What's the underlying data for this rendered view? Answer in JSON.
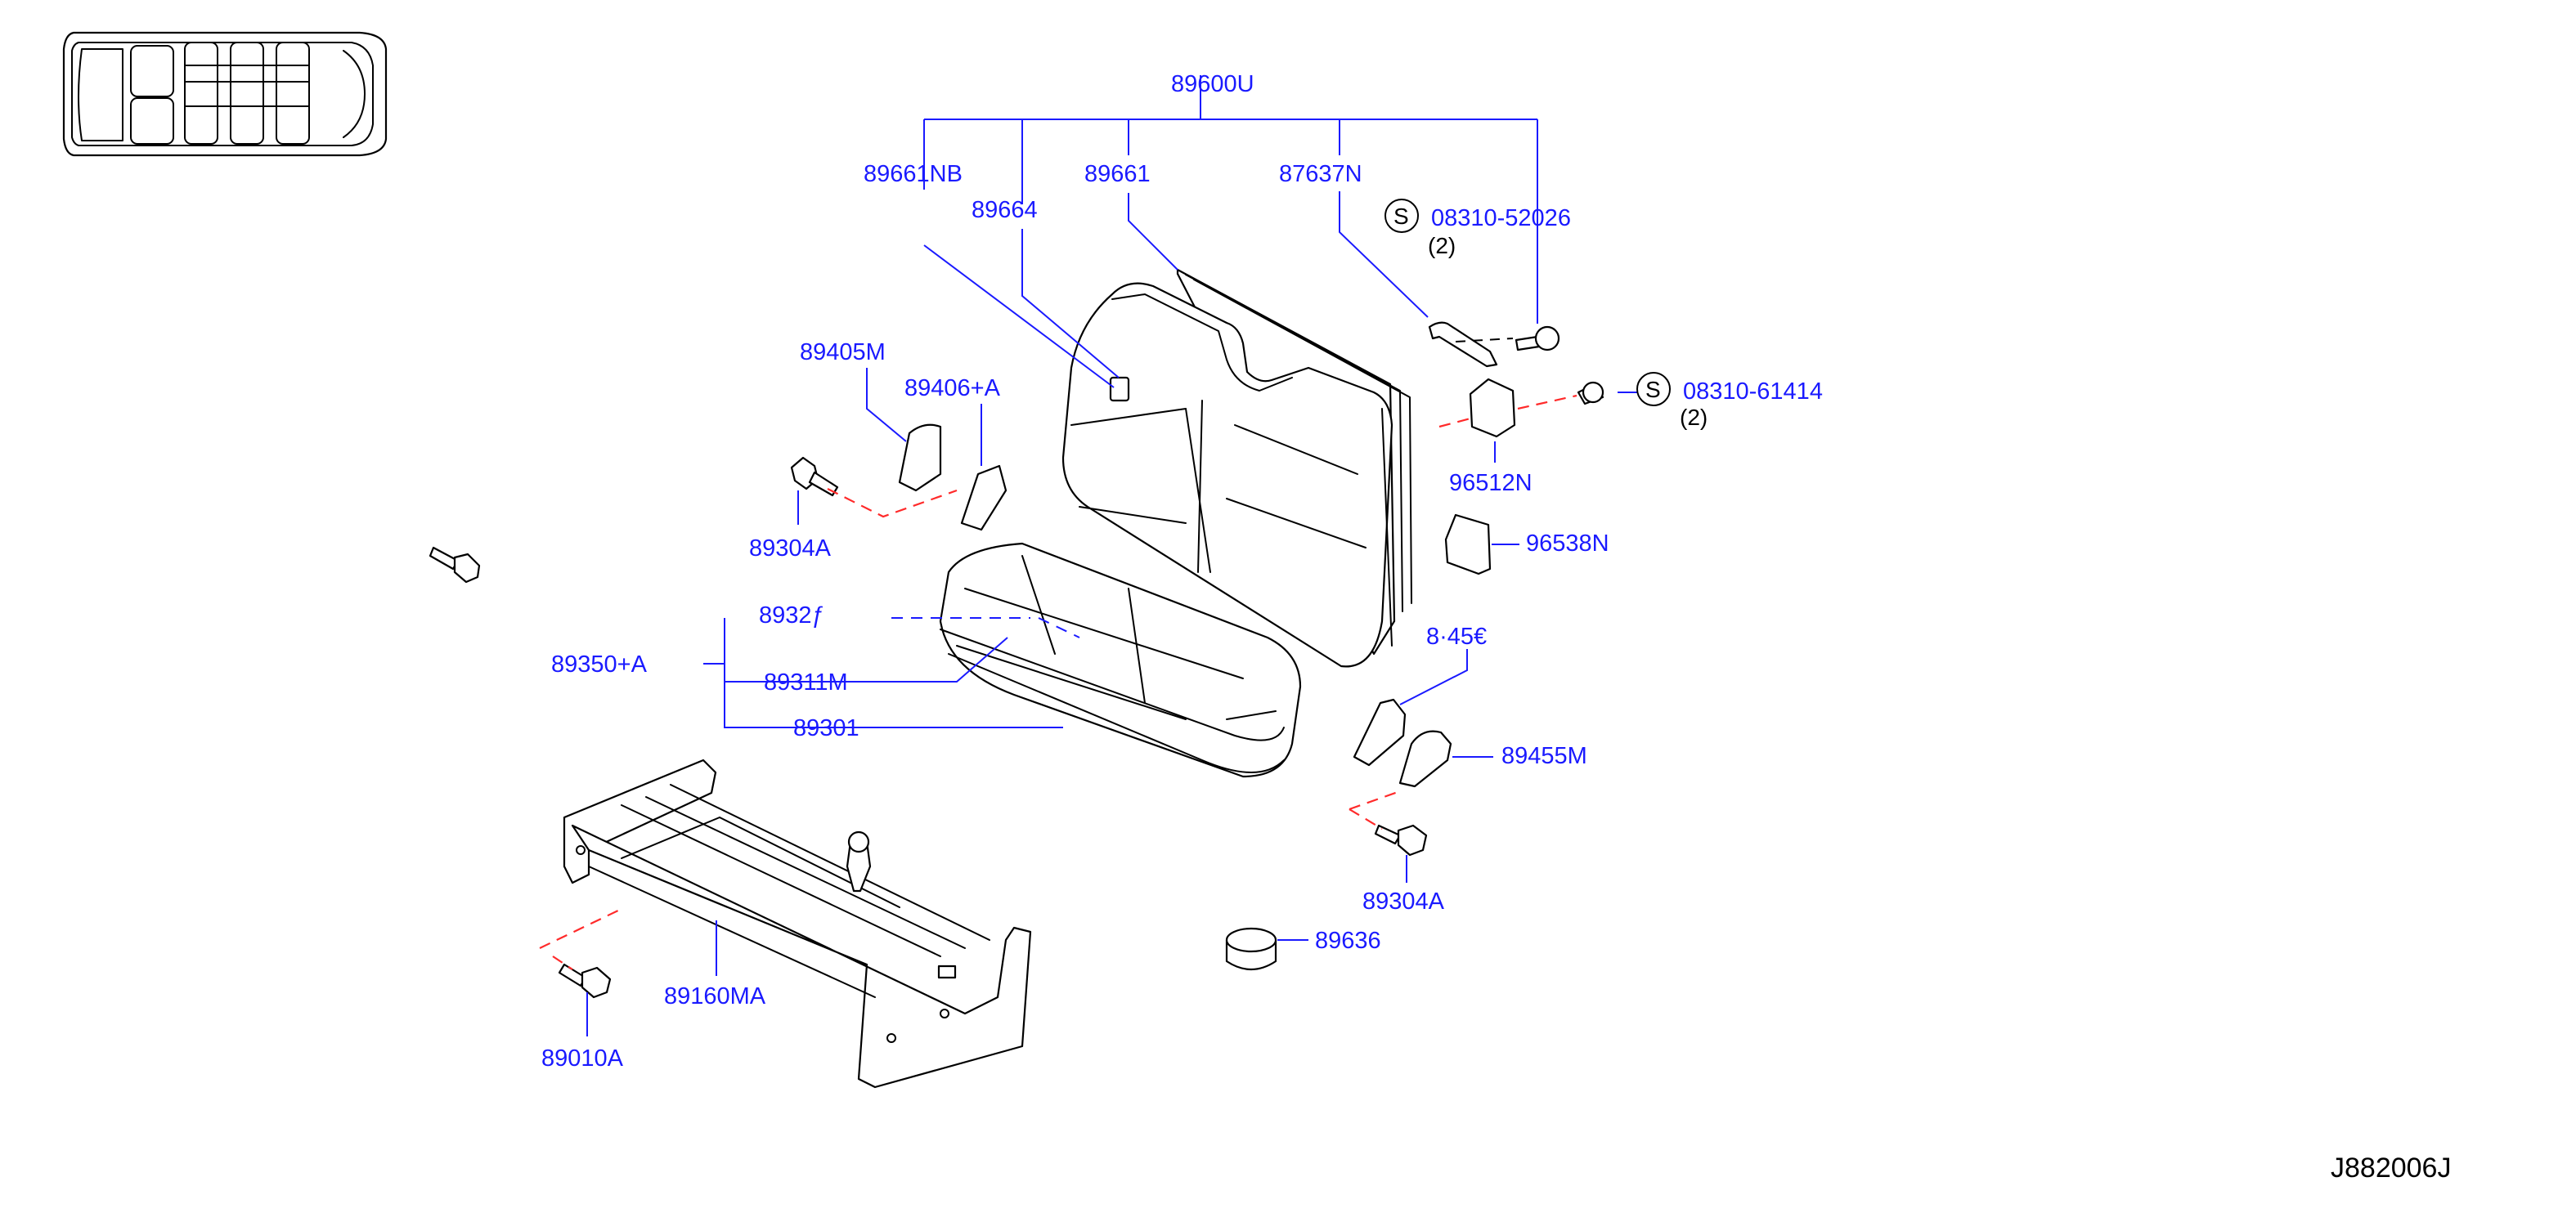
{
  "diagram": {
    "labels": {
      "p89600U": "89600U",
      "p89661NB": "89661NB",
      "p89664": "89664",
      "p89661": "89661",
      "p87637N": "87637N",
      "p08310_52026": "08310-52026",
      "q52026": "(2)",
      "p08310_61414": "08310-61414",
      "q61414": "(2)",
      "p96512N": "96512N",
      "p96538N": "96538N",
      "p89405M": "89405M",
      "p89406A": "89406+A",
      "p89304A_top": "89304A",
      "p89350A": "89350+A",
      "p89311M": "89311M",
      "p89301": "89301",
      "p89456_partial": "8·45€",
      "p89320_partial": "8932ƒ",
      "p89455M": "89455M",
      "p89304A_bottom": "89304A",
      "p89636": "89636",
      "p89160MA": "89160MA",
      "p89010A": "89010A",
      "screw_marker_1": "S",
      "screw_marker_2": "S"
    },
    "diagram_code": "J882006J",
    "colors": {
      "callout": "#1a1aff",
      "alignment_dash": "#ff2a2a",
      "outline": "#000000"
    }
  }
}
